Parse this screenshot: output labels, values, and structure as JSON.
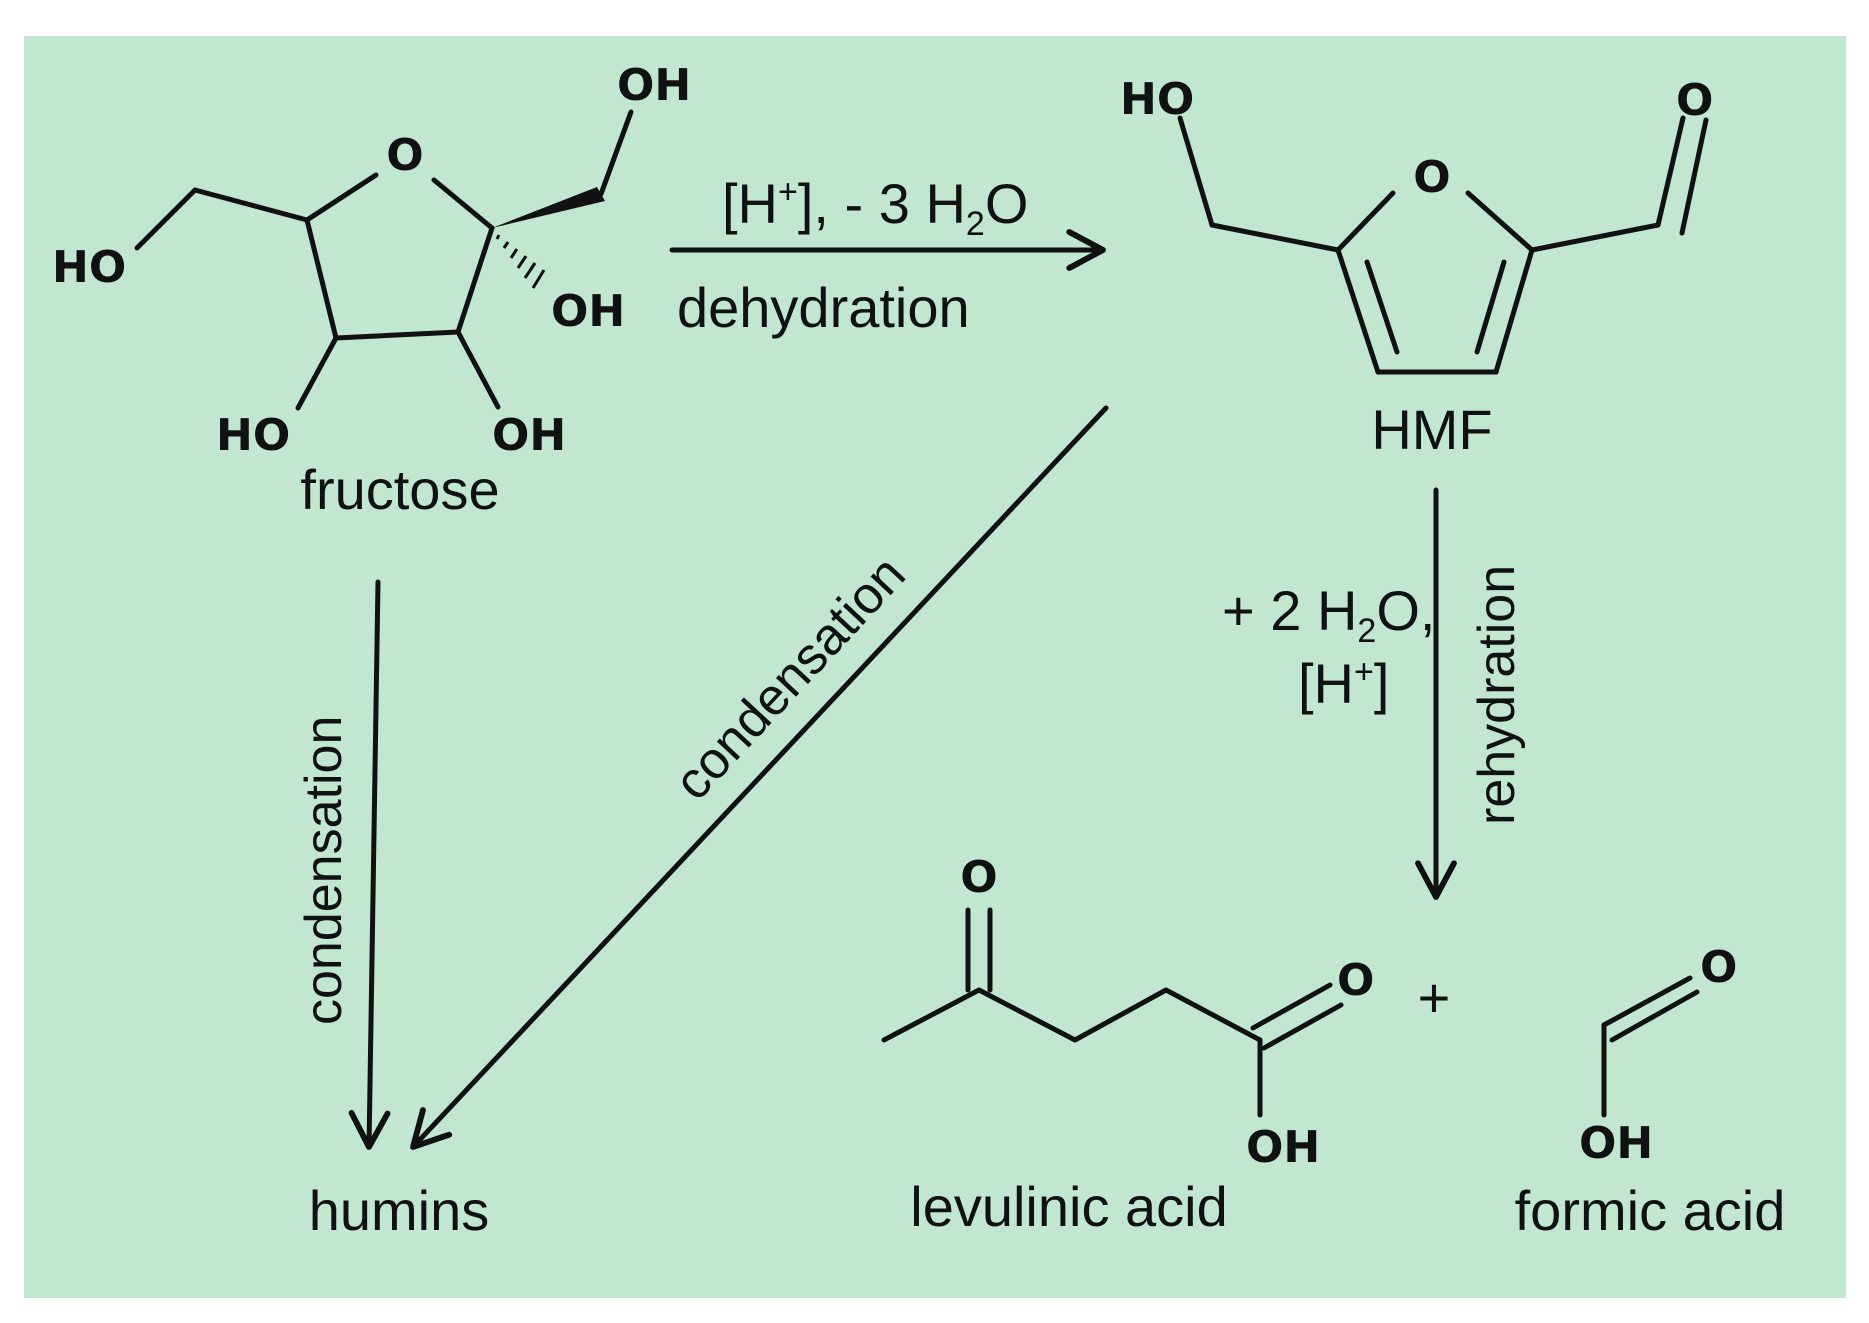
{
  "colors": {
    "background": "#c2e7d0",
    "ink": "#111111",
    "page": "#ffffff"
  },
  "molecules": {
    "fructose": {
      "name": "fructose",
      "ring_o": "O",
      "oh_top": "OH",
      "oh_left": "HO",
      "oh_anomeric": "OH",
      "oh_c3": "HO",
      "oh_c4": "OH"
    },
    "hmf": {
      "name": "HMF",
      "ring_o": "O",
      "aldehyde_o": "O",
      "hydroxyl": "HO"
    },
    "levulinic_acid": {
      "name": "levulinic acid",
      "ketone_o": "O",
      "acid_o": "O",
      "acid_oh": "OH"
    },
    "formic_acid": {
      "name": "formic acid",
      "carbonyl_o": "O",
      "oh": "OH"
    },
    "humins": {
      "name": "humins"
    }
  },
  "reactions": {
    "dehydration": {
      "conditions_prefix": "[H",
      "conditions_sup": "+",
      "conditions_mid": "], - 3 H",
      "conditions_sub": "2",
      "conditions_suffix": "O",
      "label": "dehydration"
    },
    "condensation_fructose": {
      "label": "condensation"
    },
    "condensation_hmf": {
      "label": "condensation"
    },
    "rehydration": {
      "line1_prefix": "+ 2 H",
      "line1_sub": "2",
      "line1_suffix": "O,",
      "line2_prefix": "[H",
      "line2_sup": "+",
      "line2_suffix": "]",
      "label": "rehydration"
    },
    "plus": "+"
  }
}
